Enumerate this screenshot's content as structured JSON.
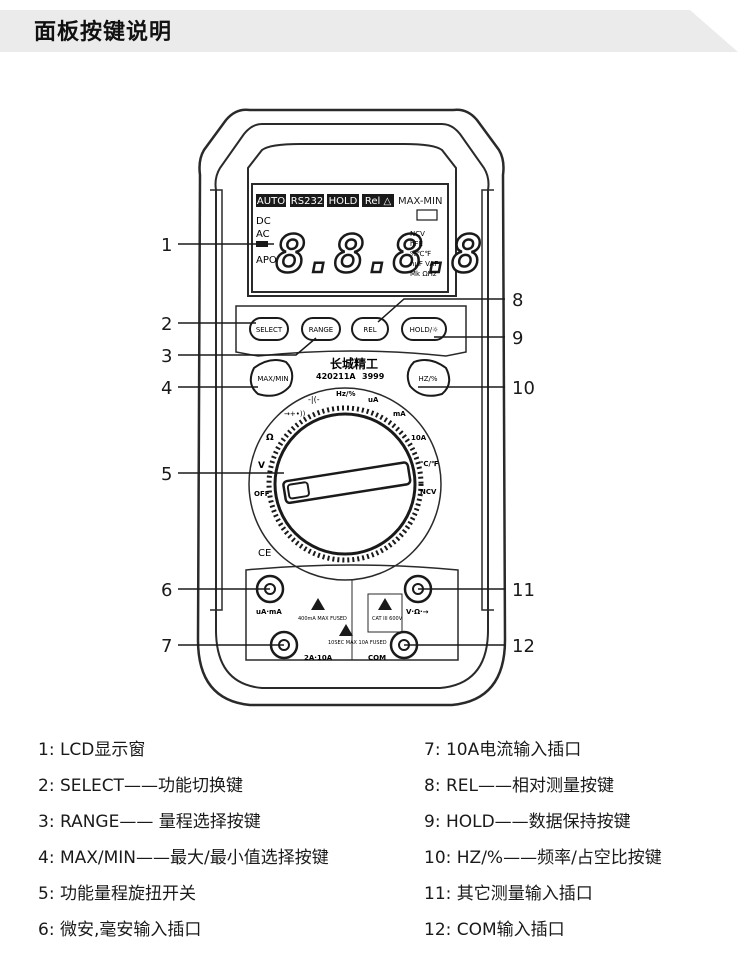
{
  "banner": {
    "title": "面板按键说明"
  },
  "lcd": {
    "indicators": [
      "AUTO",
      "RS232",
      "HOLD",
      "Rel △"
    ],
    "max_min": "MAX-MIN",
    "dc": "DC",
    "ac": "AC",
    "apo": "APO",
    "digits": "8.8.8.8",
    "right_units": [
      "NCV",
      "hFE",
      "%℃℉",
      "nμF VAF",
      "Mk ΩHz"
    ]
  },
  "buttons": {
    "select": "SELECT",
    "range": "RANGE",
    "rel": "REL",
    "hold": "HOLD/☼",
    "maxmin": "MAX/MIN",
    "hz": "HZ/%"
  },
  "brand": {
    "name": "长城精工",
    "model": "420211A",
    "count": "3999"
  },
  "dial": {
    "off": "OFF",
    "v": "V",
    "ohm": "Ω",
    "diode": "→+•))",
    "cap": "-|(-",
    "hz": "Hz/%",
    "ua": "uA",
    "ma": "mA",
    "a10": "10A",
    "temp": "℃/℉",
    "ncv": "NCV"
  },
  "terminals": {
    "ua_ma": "uA·mA",
    "ua_ma_rating": "400mA MAX FUSED",
    "a10": "2A·10A",
    "a10_rating": "10SEC MAX 10A FUSED",
    "com": "COM",
    "v": "V·Ω·→",
    "cat": "CAT III 600V",
    "ce": "CE"
  },
  "callouts": [
    "1",
    "2",
    "3",
    "4",
    "5",
    "6",
    "7",
    "8",
    "9",
    "10",
    "11",
    "12"
  ],
  "legend_left": [
    "1: LCD显示窗",
    "2: SELECT——功能切换键",
    "3: RANGE—— 量程选择按键",
    "4: MAX/MIN——最大/最小值选择按键",
    "5: 功能量程旋扭开关",
    "6: 微安,毫安输入插口"
  ],
  "legend_right": [
    "7: 10A电流输入插口",
    "8: REL——相对测量按键",
    "9: HOLD——数据保持按键",
    "10: HZ/%——频率/占空比按键",
    "11: 其它测量输入插口",
    "12: COM输入插口"
  ]
}
